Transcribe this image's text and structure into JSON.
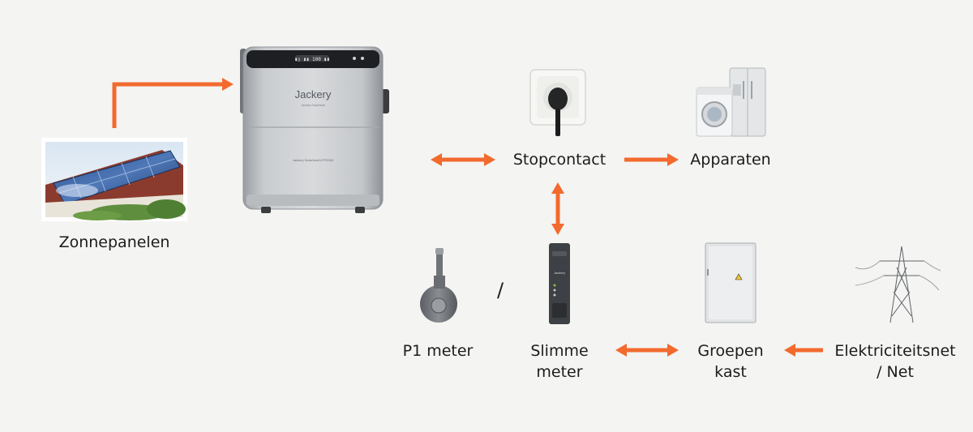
{
  "nodes": {
    "solar": {
      "label": "Zonnepanelen"
    },
    "battery": {
      "brand": "Jackery",
      "sub_brand": "Jackery SolarVault",
      "front_text": "Jackery SolarVault LFP2000"
    },
    "socket": {
      "label": "Stopcontact"
    },
    "appliances": {
      "label": "Apparaten"
    },
    "p1_meter": {
      "label": "P1 meter"
    },
    "separator": "/",
    "smart_meter": {
      "label_line1": "Slimme",
      "label_line2": "meter",
      "brand": "Jackery"
    },
    "fuse_box": {
      "label_line1": "Groepen",
      "label_line2": "kast"
    },
    "grid": {
      "label_line1": "Elektriciteitsnet",
      "label_line2": "/ Net"
    }
  },
  "colors": {
    "arrow": "#f26a2e",
    "background": "#f4f4f2",
    "text": "#1c1c1c"
  },
  "icons": [
    "solar-roof-image",
    "battery-unit-image",
    "wall-socket-image",
    "appliances-image",
    "p1-meter-image",
    "smart-meter-image",
    "fuse-box-image",
    "power-pylon-image"
  ]
}
